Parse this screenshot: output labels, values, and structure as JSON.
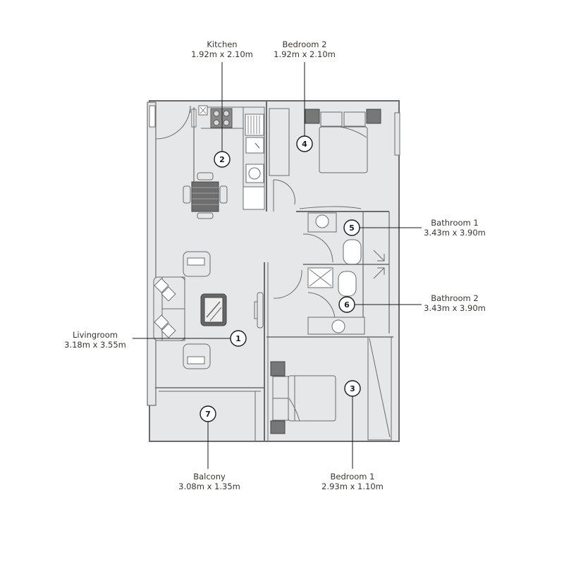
{
  "plan": {
    "floor_color": "#e6e7e9",
    "wall_color": "#6b6b6b",
    "leader_color": "#1a1a1a"
  },
  "rooms": [
    {
      "id": 1,
      "name": "Livingroom",
      "dimensions": "3.18m x 3.55m"
    },
    {
      "id": 2,
      "name": "Kitchen",
      "dimensions": "1.92m x 2.10m"
    },
    {
      "id": 3,
      "name": "Bedroom 1",
      "dimensions": "2.93m x 1.10m"
    },
    {
      "id": 4,
      "name": "Bedroom 2",
      "dimensions": "1.92m x 2.10m"
    },
    {
      "id": 5,
      "name": "Bathroom 1",
      "dimensions": "3.43m x 3.90m"
    },
    {
      "id": 6,
      "name": "Bathroom 2",
      "dimensions": "3.43m x 3.90m"
    },
    {
      "id": 7,
      "name": "Balcony",
      "dimensions": "3.08m x 1.35m"
    }
  ],
  "markers": {
    "m1": "1",
    "m2": "2",
    "m3": "3",
    "m4": "4",
    "m5": "5",
    "m6": "6",
    "m7": "7"
  }
}
